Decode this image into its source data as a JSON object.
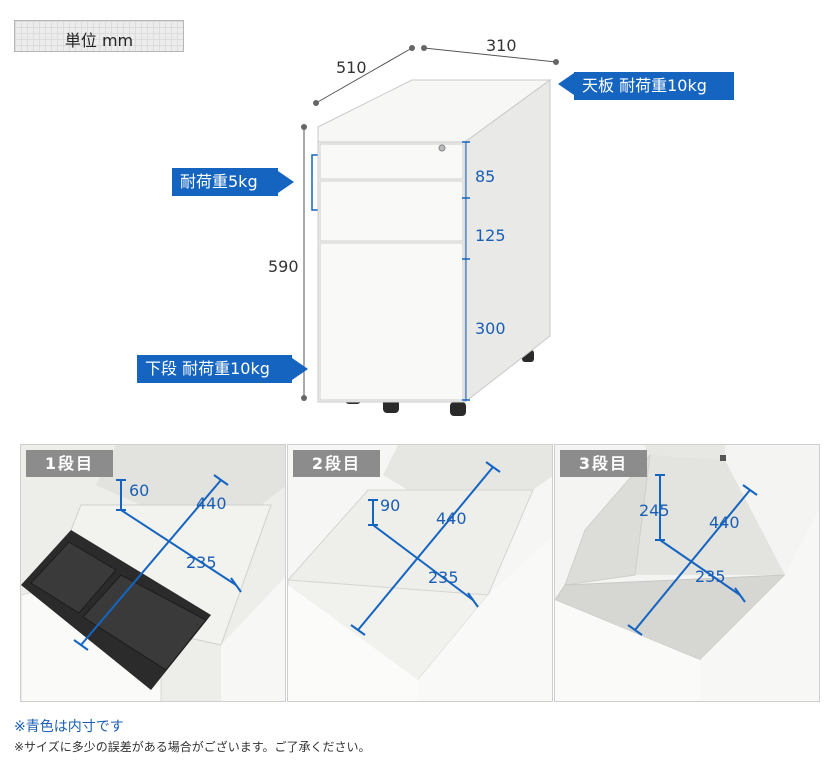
{
  "unit_label": "単位 mm",
  "dimensions": {
    "depth": "510",
    "width": "310",
    "height": "590",
    "drawer1": "85",
    "drawer2": "125",
    "drawer3": "300"
  },
  "load_tags": {
    "top": "天板 耐荷重10kg",
    "drawer": "耐荷重5kg",
    "bottom": "下段 耐荷重10kg"
  },
  "panels": [
    {
      "label": "1段目",
      "height": "60",
      "depth": "440",
      "width": "235"
    },
    {
      "label": "2段目",
      "height": "90",
      "depth": "440",
      "width": "235"
    },
    {
      "label": "3段目",
      "height": "245",
      "depth": "440",
      "width": "235"
    }
  ],
  "notes": {
    "inner_dims": "※青色は内寸です",
    "tolerance": "※サイズに多少の誤差がある場合がございます。ご了承ください。"
  },
  "colors": {
    "accent": "#1565c0",
    "dimension_blue": "#1a5fb4"
  }
}
